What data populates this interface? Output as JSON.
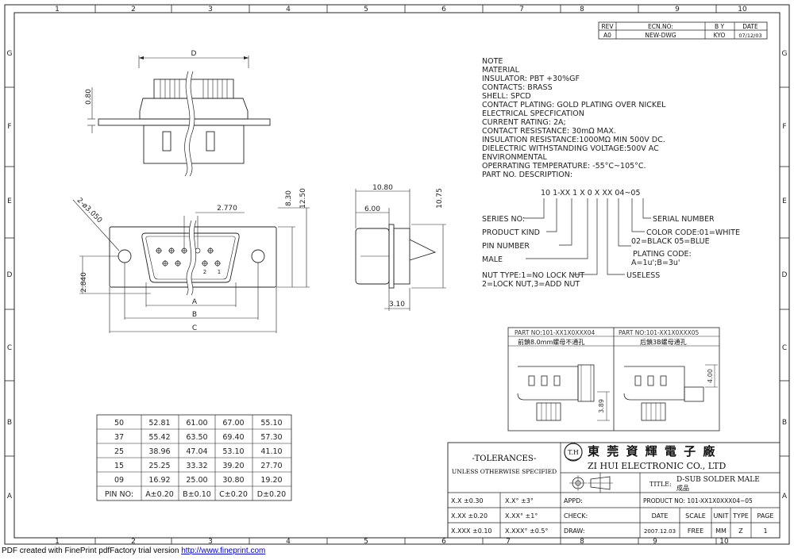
{
  "frame": {
    "col_numbers": [
      "1",
      "2",
      "3",
      "4",
      "5",
      "6",
      "7",
      "8",
      "9",
      "10"
    ],
    "row_letters": [
      "G",
      "F",
      "E",
      "D",
      "C",
      "B",
      "A"
    ]
  },
  "revision": {
    "headers": [
      "REV",
      "ECN.NO:",
      "B Y",
      "DATE"
    ],
    "row": [
      "A0",
      "NEW-DWG",
      "KYO",
      "07/12/03"
    ]
  },
  "notes": [
    "NOTE",
    "MATERIAL",
    "INSULATOR: PBT +30%GF",
    "CONTACTS: BRASS",
    "SHELL: SPCD",
    "CONTACT PLATING: GOLD PLATING OVER NICKEL",
    "ELECTRICAL SPECFICATION",
    "CURRENT RATING: 2A;",
    "CONTACT RESISTANCE: 30mΩ MAX.",
    "INSULATION RESISTANCE:1000MΩ MIN 500V DC.",
    "DIELECTRIC WITHSTANDING VOLTAGE:500V AC",
    "ENVIRONMENTAL",
    "OPERRATING TEMPERATURE: -55°C~105°C.",
    "PART NO. DESCRIPTION:"
  ],
  "part_code": "10 1-XX 1 X 0 X XX 04~05",
  "part_labels": {
    "series_no": "SERIES NO:",
    "product_kind": "PRODUCT KIND",
    "pin_number": "PIN NUMBER",
    "male": "MALE",
    "nut_type_1": "NUT TYPE:1=NO LOCK NUT",
    "nut_type_2": "2=LOCK NUT,3=ADD NUT",
    "serial_number": "SERIAL NUMBER",
    "color_code_1": "COLOR CODE:01=WHITE",
    "color_code_2": "02=BLACK 05=BLUE",
    "plating_code_1": "PLATING CODE:",
    "plating_code_2": "A=1u';B=3u'",
    "useless": "USELESS"
  },
  "dimensions": {
    "top_d": "D",
    "top_080": "0.80",
    "front_2770": "2.770",
    "front_830": "8.30",
    "front_1250": "12.50",
    "front_hole": "2-ø3.050",
    "front_2840": "2.840",
    "front_a": "A",
    "front_b": "B",
    "front_c": "C",
    "pin_2": "2",
    "pin_1": "1",
    "side_1080": "10.80",
    "side_600": "6.00",
    "side_1075": "10.75",
    "side_310": "3.10"
  },
  "detail": {
    "left_title": "PART NO:101-XX1X0XXX04",
    "left_sub": "前鎖8.0mm螺母不通孔",
    "left_dim": "3.89",
    "right_title": "PART NO:101-XX1X0XXX05",
    "right_sub": "后鎖3B螺母通孔",
    "right_dim": "4.00"
  },
  "table": {
    "rows": [
      [
        "50",
        "52.81",
        "61.00",
        "67.00",
        "55.10"
      ],
      [
        "37",
        "55.42",
        "63.50",
        "69.40",
        "57.30"
      ],
      [
        "25",
        "38.96",
        "47.04",
        "53.10",
        "41.10"
      ],
      [
        "15",
        "25.25",
        "33.32",
        "39.20",
        "27.70"
      ],
      [
        "09",
        "16.92",
        "25.00",
        "30.80",
        "19.20"
      ]
    ],
    "header": [
      "PIN NO:",
      "A±0.20",
      "B±0.10",
      "C±0.20",
      "D±0.20"
    ]
  },
  "title_block": {
    "tolerances": "-TOLERANCES-",
    "unless": "UNLESS OTHERWISE SPECIFIED",
    "tol_rows": [
      [
        "X.X  ±0.30",
        "X.X°  ±3°"
      ],
      [
        "X.XX  ±0.20",
        "X.XX°  ±1°"
      ],
      [
        "X.XXX  ±0.10",
        "X.XXX°  ±0.5°"
      ]
    ],
    "logo_text": "T.H",
    "company_cn": "東 莞 資 輝 電 子 廠",
    "company_en": "ZI HUI ELECTRONIC CO., LTD",
    "title_label": "TITLE:",
    "title_value_1": "D-SUB SOLDER MALE",
    "title_value_2": "成品",
    "appd": "APPD:",
    "check": "CHECK:",
    "draw": "DRAW:",
    "product_no": "PRODUCT NO: 101-XX1X0XXX04~05",
    "hdr": [
      "DATE",
      "SCALE",
      "UNIT",
      "TYPE",
      "PAGE"
    ],
    "vals": [
      "2007.12.03",
      "FREE",
      "MM",
      "Z",
      "1"
    ]
  },
  "footer": {
    "text": "PDF created with FinePrint pdfFactory trial version ",
    "link": "http://www.fineprint.com"
  }
}
